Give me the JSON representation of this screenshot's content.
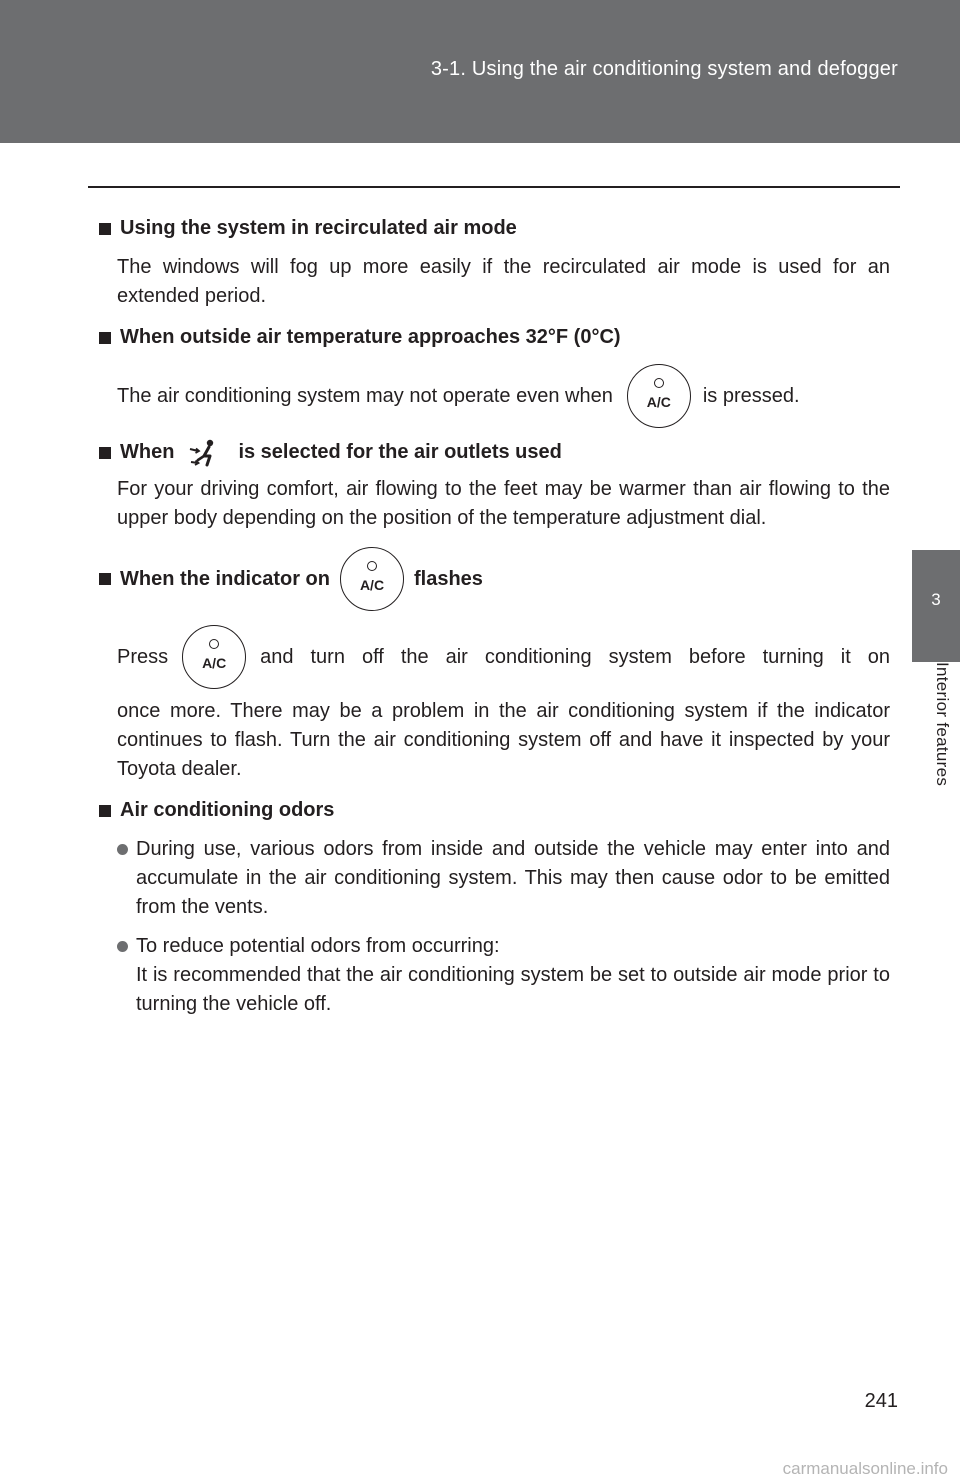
{
  "header": {
    "section_title": "3-1. Using the air conditioning system and defogger"
  },
  "side_tab": {
    "chapter_number": "3",
    "chapter_title": "Interior features"
  },
  "page_number": "241",
  "button_label": "A/C",
  "sections": {
    "recirc": {
      "heading": "Using the system in recirculated air mode",
      "body": "The windows will fog up more easily if the recirculated air mode is used for an extended period."
    },
    "temp": {
      "heading": "When outside air temperature approaches 32°F (0°C)",
      "body_before": "The air conditioning system may not operate even when",
      "body_after": "is pressed."
    },
    "outlets": {
      "heading_before": "When",
      "heading_after": "is selected for the air outlets used",
      "body": "For your driving comfort, air flowing to the feet may be warmer than air flowing to the upper body depending on the position of the temperature adjustment dial."
    },
    "indicator": {
      "heading_before": "When the indicator on",
      "heading_after": "flashes",
      "body_before": "Press",
      "body_after": "and turn off the air conditioning system before turning it on",
      "body_rest": "once more. There may be a problem in the air conditioning system if the indicator continues to flash. Turn the air conditioning system off and have it inspected by your Toyota dealer."
    },
    "odors": {
      "heading": "Air conditioning odors",
      "bullet1": "During use, various odors from inside and outside the vehicle may enter into and accumulate in the air conditioning system. This may then cause odor to be emitted from the vents.",
      "bullet2_line1": "To reduce potential odors from occurring:",
      "bullet2_line2": "It is recommended that the air conditioning system be set to outside air mode prior to turning the vehicle off."
    }
  },
  "watermark": "carmanualsonline.info",
  "colors": {
    "header_gray": "#6d6e70",
    "text": "#231f20",
    "bullet": "#6d6e70"
  }
}
